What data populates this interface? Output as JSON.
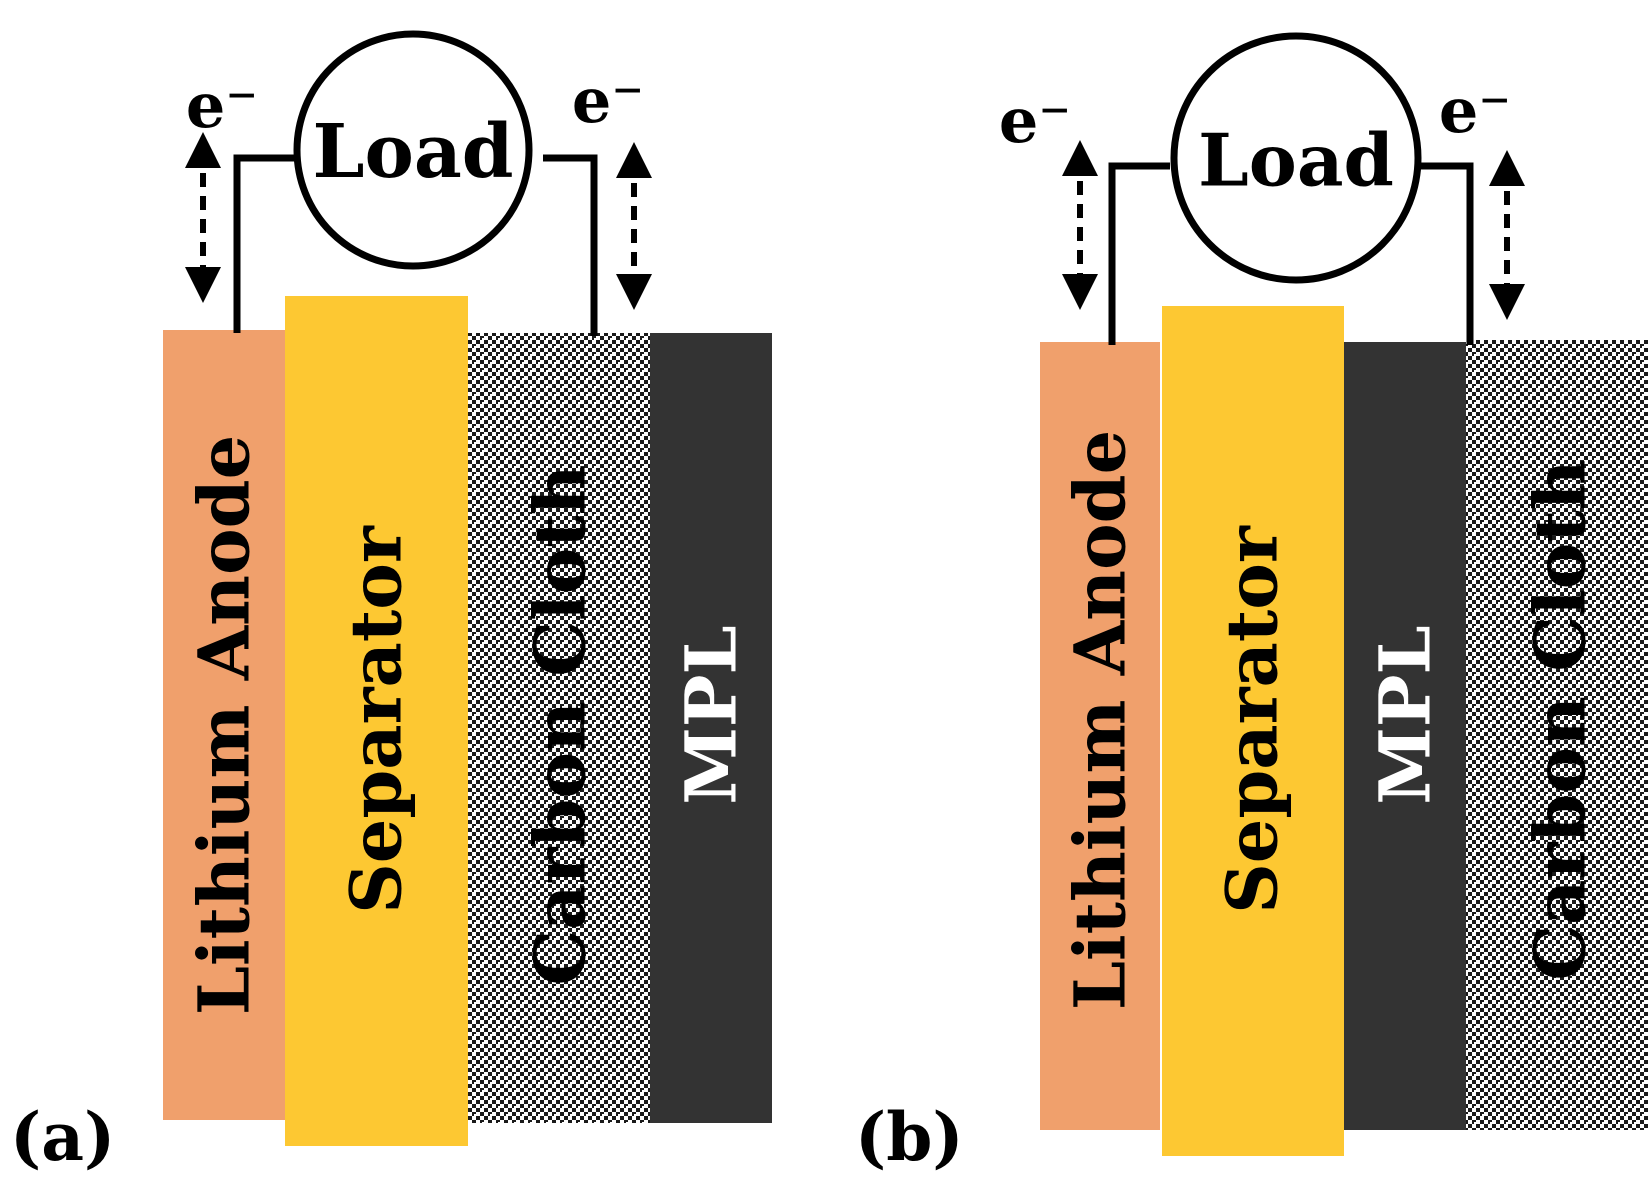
{
  "colors": {
    "anode": "#F0A06C",
    "separator": "#FDC832",
    "mpl": "#333333",
    "wire": "#000000",
    "cloth_pattern": "checker-hatch"
  },
  "panel_a": {
    "label": "(a)",
    "load": "Load",
    "electron_left": "e⁻",
    "electron_right": "e⁻",
    "layers": [
      "Lithium Anode",
      "Separator",
      "Carbon Cloth",
      "MPL"
    ]
  },
  "panel_b": {
    "label": "(b)",
    "load": "Load",
    "electron_left": "e⁻",
    "electron_right": "e⁻",
    "layers": [
      "Lithium Anode",
      "Separator",
      "MPL",
      "Carbon Cloth"
    ]
  }
}
